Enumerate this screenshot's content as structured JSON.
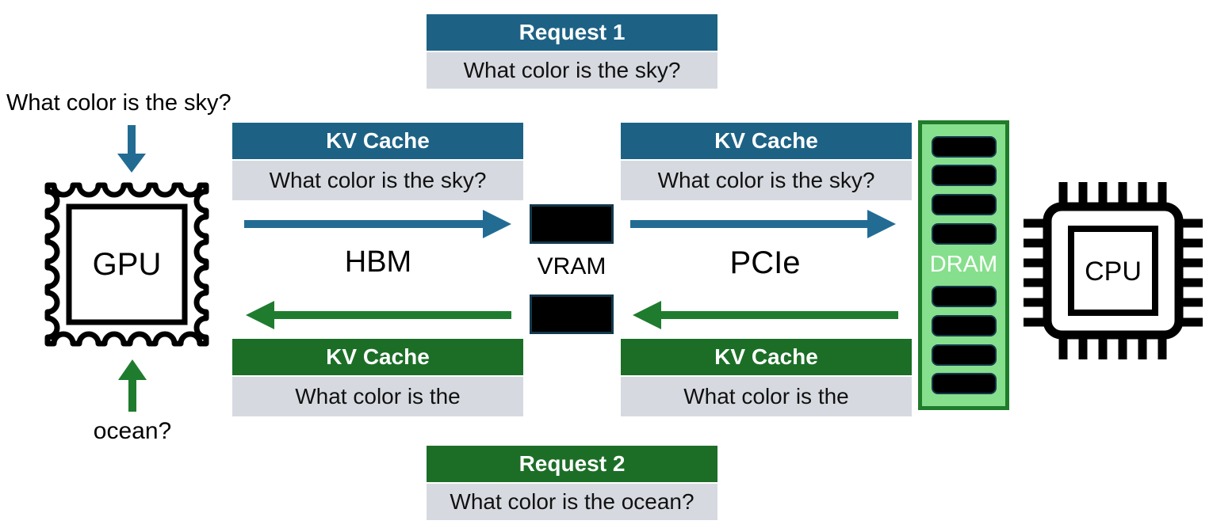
{
  "colors": {
    "teal": "#1D6285",
    "teal_arrow": "#226C94",
    "green": "#1C6E27",
    "green_arrow": "#1F7C2F",
    "body_gray": "#D6DAE0",
    "dram_fill": "#86DF8C",
    "dram_border": "#1F7C2B",
    "slot_border": "#12384C"
  },
  "icons": {
    "gpu": "stamp-chip-icon",
    "cpu": "chip-icon",
    "dram": "memory-stick-icon",
    "vram": "memory-block-icon",
    "to_cpu": "arrow-right-icon",
    "to_gpu": "arrow-left-icon",
    "request1_in": "arrow-down-icon",
    "request2_in": "arrow-up-icon"
  },
  "request1": {
    "title": "Request 1",
    "body": "What color is the sky?"
  },
  "request2": {
    "title": "Request 2",
    "body": "What color is the ocean?"
  },
  "prompt1": "What color is the sky?",
  "prompt2": "ocean?",
  "gpu": {
    "label": "GPU"
  },
  "cpu": {
    "label": "CPU"
  },
  "dram": {
    "label": "DRAM"
  },
  "vram": {
    "label": "VRAM"
  },
  "buses": {
    "hbm": "HBM",
    "pcie": "PCIe"
  },
  "kv_caches": {
    "gpu_top": {
      "title": "KV Cache",
      "body": "What color is the sky?"
    },
    "cpu_top": {
      "title": "KV Cache",
      "body": "What color is the sky?"
    },
    "gpu_bottom": {
      "title": "KV Cache",
      "body": "What color is the"
    },
    "cpu_bottom": {
      "title": "KV Cache",
      "body": "What color is the"
    }
  }
}
